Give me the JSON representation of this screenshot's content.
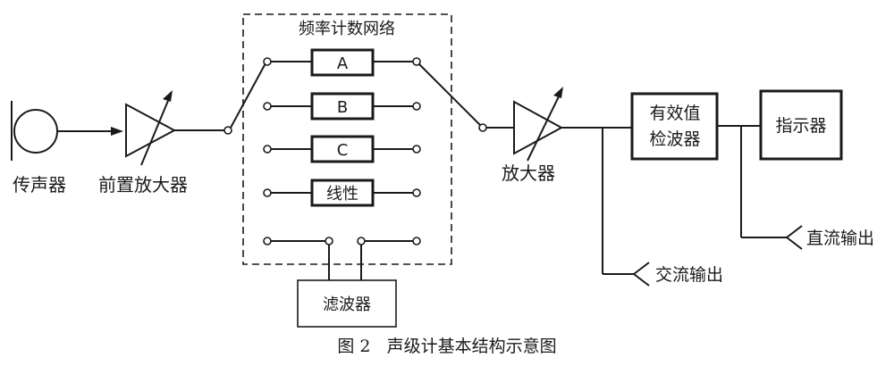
{
  "title": "频率计数网络",
  "blocks": {
    "filter_a": "A",
    "filter_b": "B",
    "filter_c": "C",
    "linear": "线性",
    "rms_detector_line1": "有效值",
    "rms_detector_line2": "检波器",
    "indicator": "指示器",
    "filter": "滤波器"
  },
  "labels": {
    "microphone": "传声器",
    "preamplifier": "前置放大器",
    "amplifier": "放大器",
    "ac_output": "交流输出",
    "dc_output": "直流输出"
  },
  "caption": "图 2   声级计基本结构示意图"
}
